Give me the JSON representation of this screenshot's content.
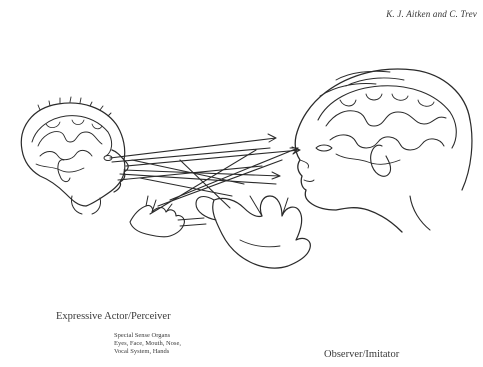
{
  "header": {
    "running_head": "K. J. Aitken and C. Trev"
  },
  "figure": {
    "left_person_label": "Expressive Actor/Perceiver",
    "organs_lines": [
      "Special Sense Organs",
      "Eyes, Face, Mouth, Nose,",
      "Vocal System, Hands"
    ],
    "right_person_label": "Observer/Imitator"
  },
  "colors": {
    "ink": "#2a2a2a",
    "paper": "#ffffff"
  }
}
